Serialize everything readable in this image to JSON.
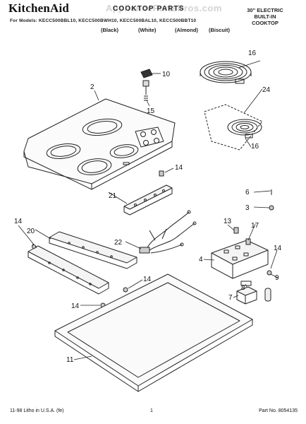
{
  "header": {
    "brand": "KitchenAid",
    "title": "COOKTOP PARTS",
    "models": "For Models: KECC500BBL10, KECC500BWH10, KECC500BAL10, KECC500BBT10",
    "color_black": "(Black)",
    "color_white": "(White)",
    "color_almond": "(Almond)",
    "color_biscuit": "(Biscuit)",
    "product_line1": "30\" ELECTRIC",
    "product_line2": "BUILT-IN",
    "product_line3": "COOKTOP"
  },
  "watermark": "AppliancePartsPros.com",
  "callouts": {
    "c2": "2",
    "c10": "10",
    "c15": "15",
    "c16a": "16",
    "c24": "24",
    "c16b": "16",
    "c14a": "14",
    "c21": "21",
    "c6": "6",
    "c3": "3",
    "c14b": "14",
    "c20": "20",
    "c22": "22",
    "c13": "13",
    "c17": "17",
    "c4": "4",
    "c14c": "14",
    "c9": "9",
    "c8": "8",
    "c7": "7",
    "c14d": "14",
    "c14e": "14",
    "c11": "11"
  },
  "footer": {
    "litho": "11-98 Litho in U.S.A. (fe)",
    "page": "1",
    "part_no": "Part No. 8054135"
  }
}
